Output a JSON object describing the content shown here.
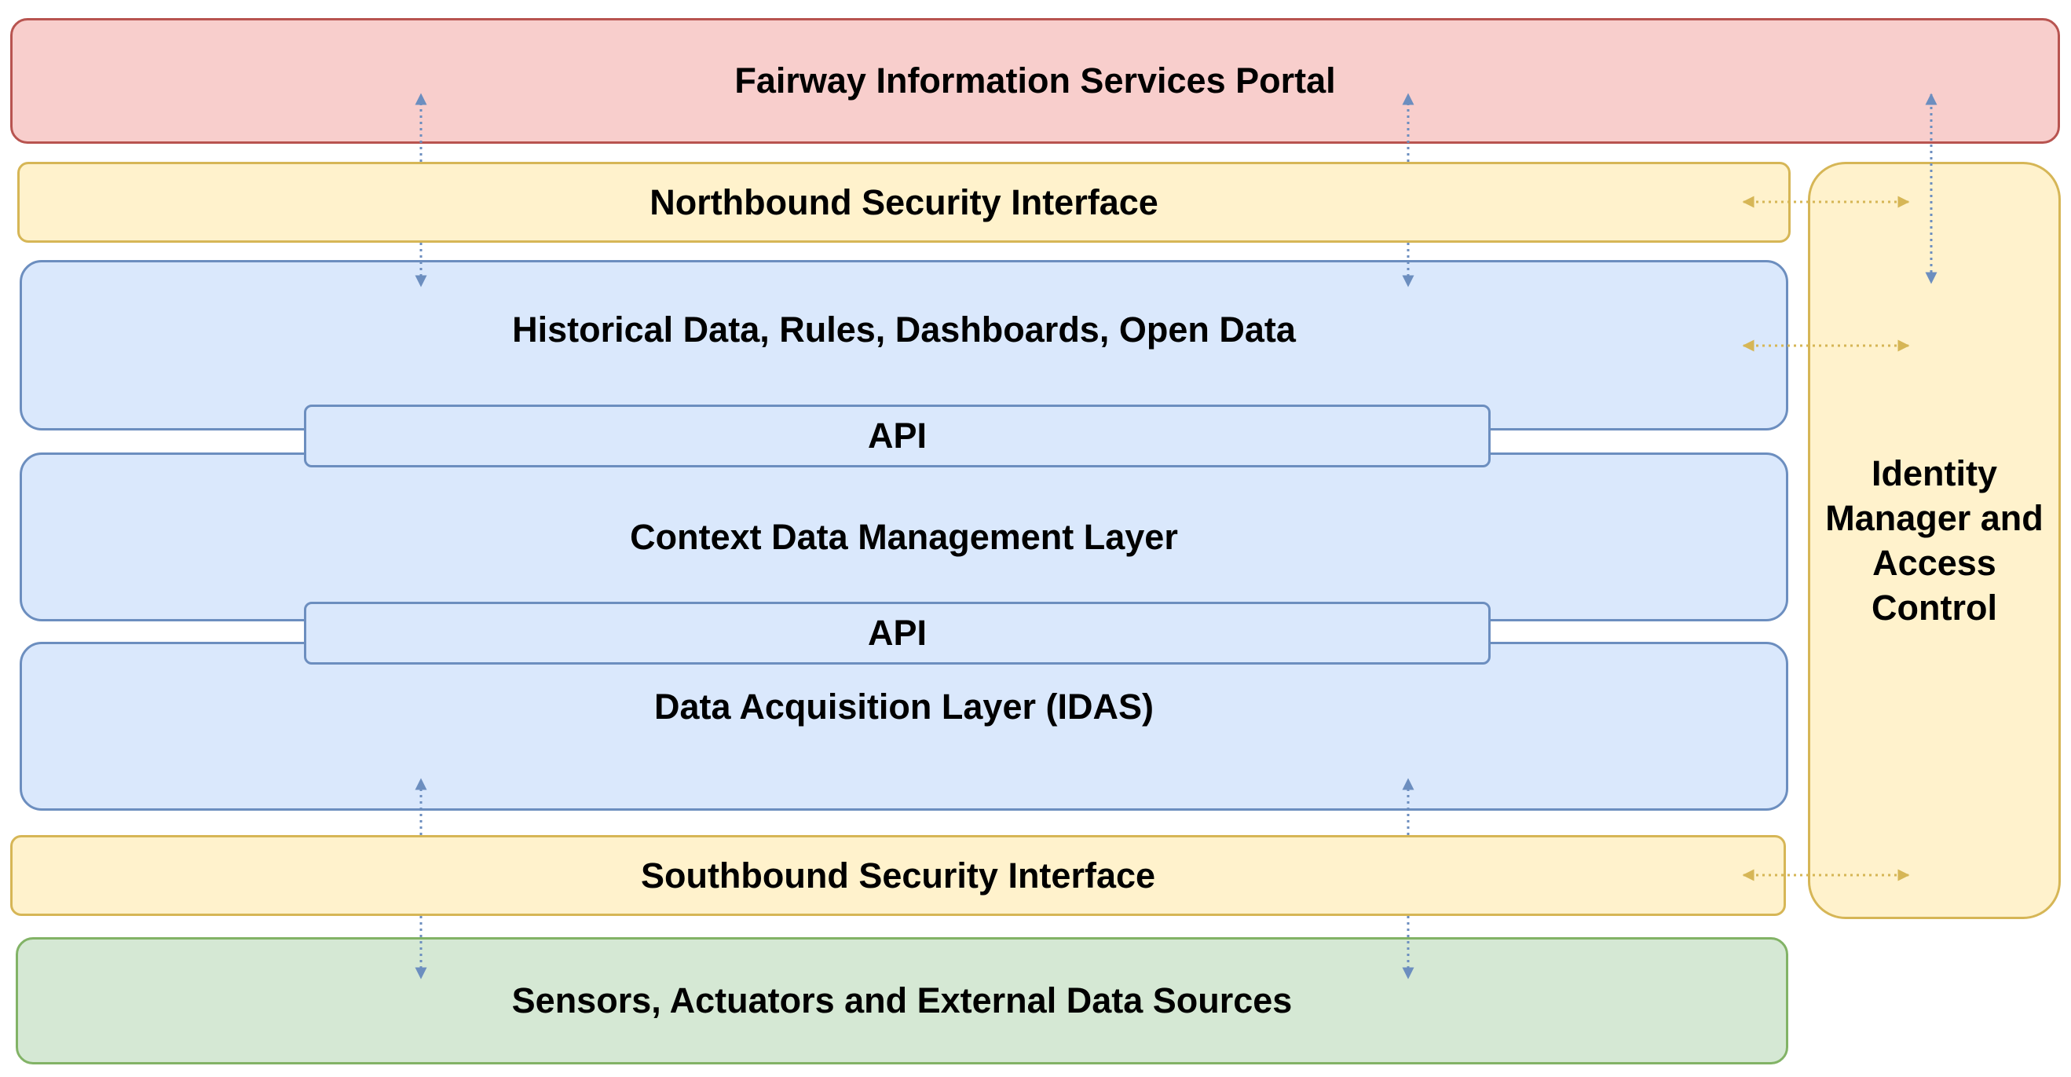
{
  "portal": {
    "label": "Fairway Information Services Portal"
  },
  "northbound": {
    "label": "Northbound Security Interface"
  },
  "historical": {
    "label": "Historical Data, Rules, Dashboards, Open Data"
  },
  "api_upper": {
    "label": "API"
  },
  "context": {
    "label": "Context Data Management Layer"
  },
  "api_lower": {
    "label": "API"
  },
  "acquisition": {
    "label": "Data Acquisition Layer (IDAS)"
  },
  "southbound": {
    "label": "Southbound Security Interface"
  },
  "sensors": {
    "label": "Sensors, Actuators and External Data Sources"
  },
  "identity": {
    "label": "Identity\nManager and\nAccess\nControl"
  },
  "colors": {
    "portal_fill": "#f8cecc",
    "portal_stroke": "#b85450",
    "security_fill": "#fff2cc",
    "security_stroke": "#d6b656",
    "layer_fill": "#dae8fc",
    "layer_stroke": "#6c8ebf",
    "sensors_fill": "#d5e8d4",
    "sensors_stroke": "#82b366"
  }
}
